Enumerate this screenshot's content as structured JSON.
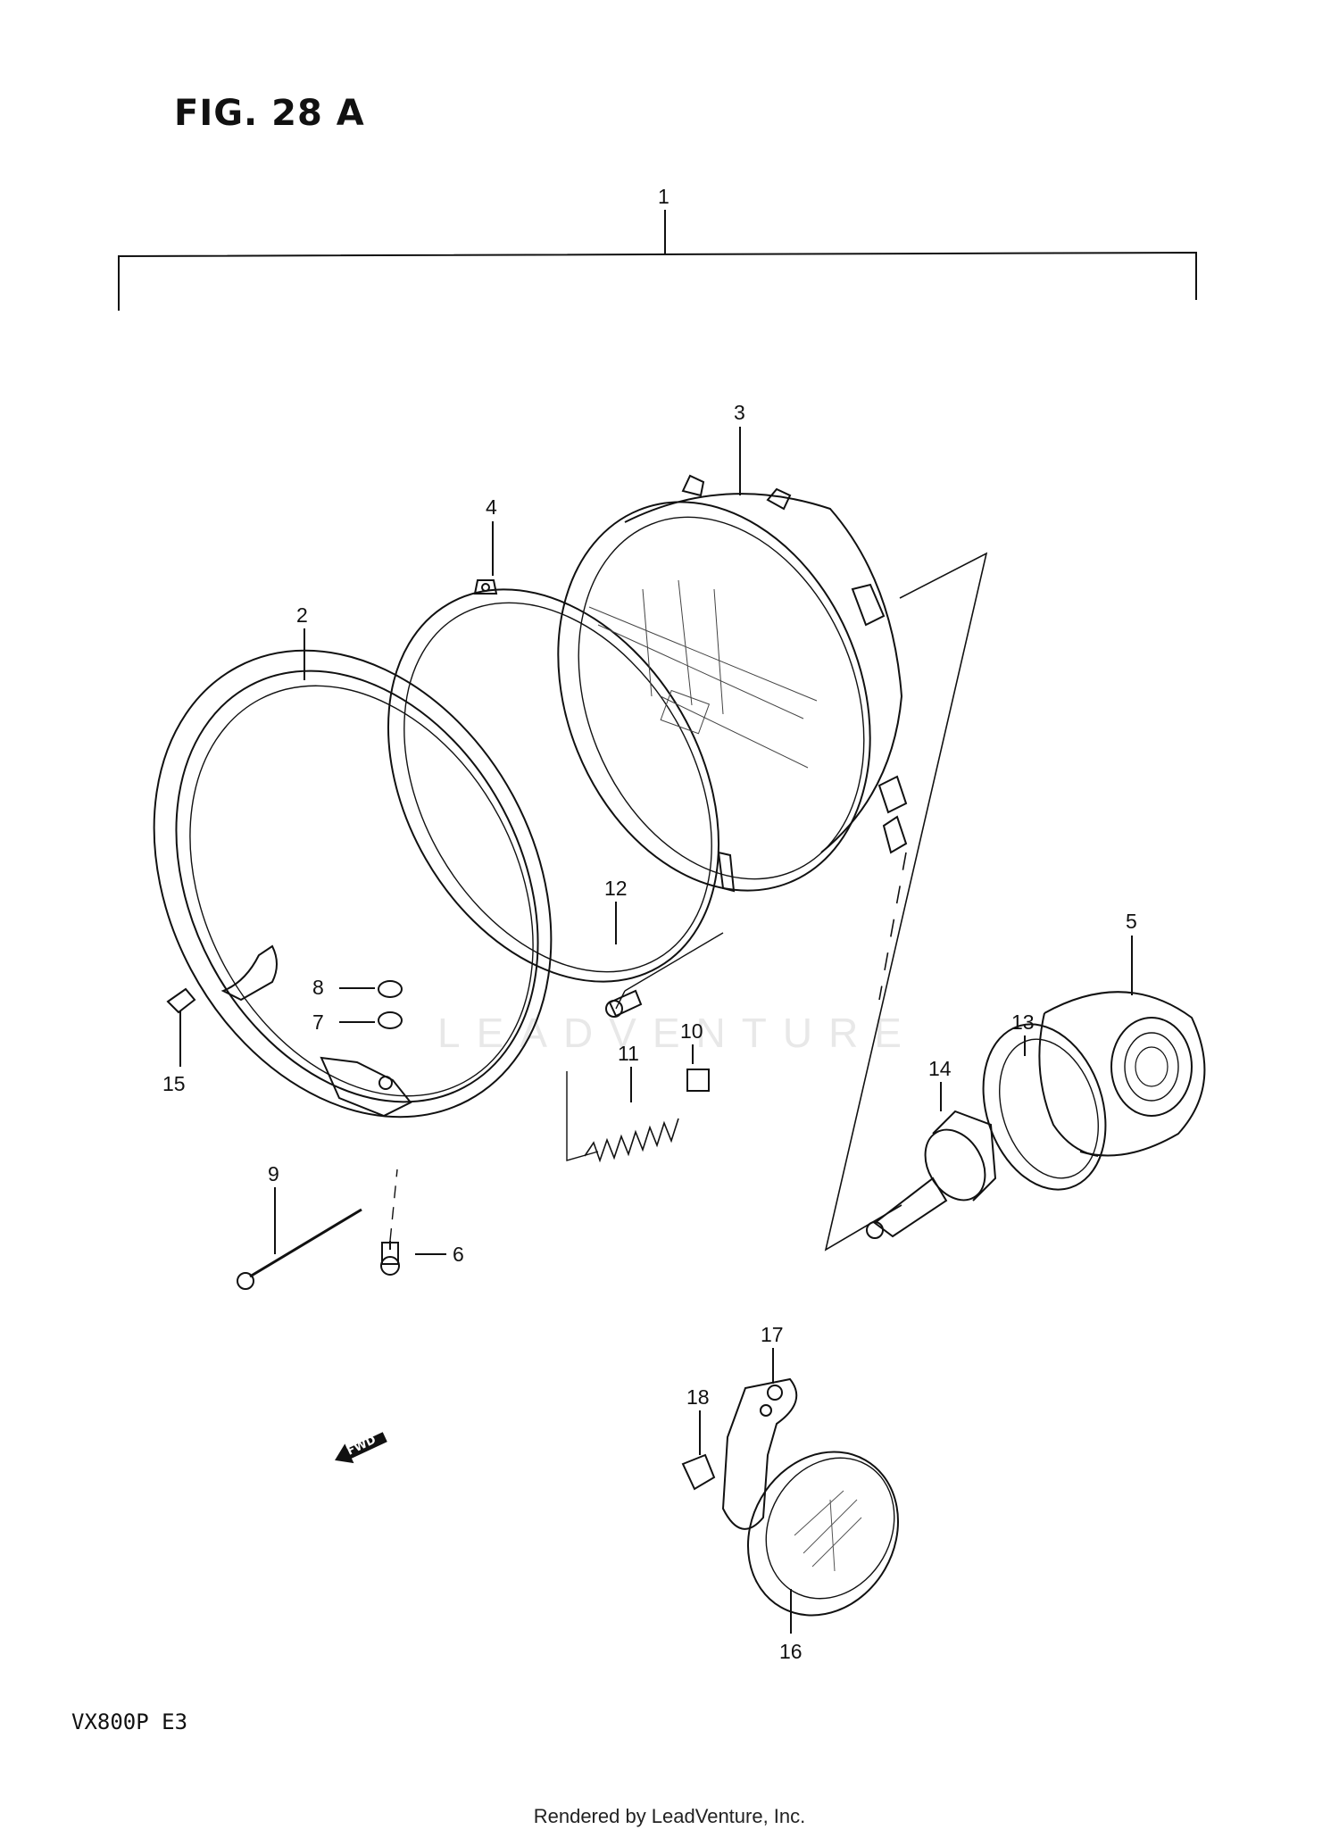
{
  "figure": {
    "title": "FIG. 28 A",
    "model": "VX800P  E3"
  },
  "watermark": "LEADVENTURE",
  "footer": "Rendered by LeadVenture, Inc.",
  "fwd_label": "FWD",
  "callouts": [
    "1",
    "2",
    "3",
    "4",
    "5",
    "6",
    "7",
    "8",
    "9",
    "10",
    "11",
    "12",
    "13",
    "14",
    "15",
    "16",
    "17",
    "18"
  ],
  "icons": {
    "fwd": "arrow-left-icon"
  }
}
